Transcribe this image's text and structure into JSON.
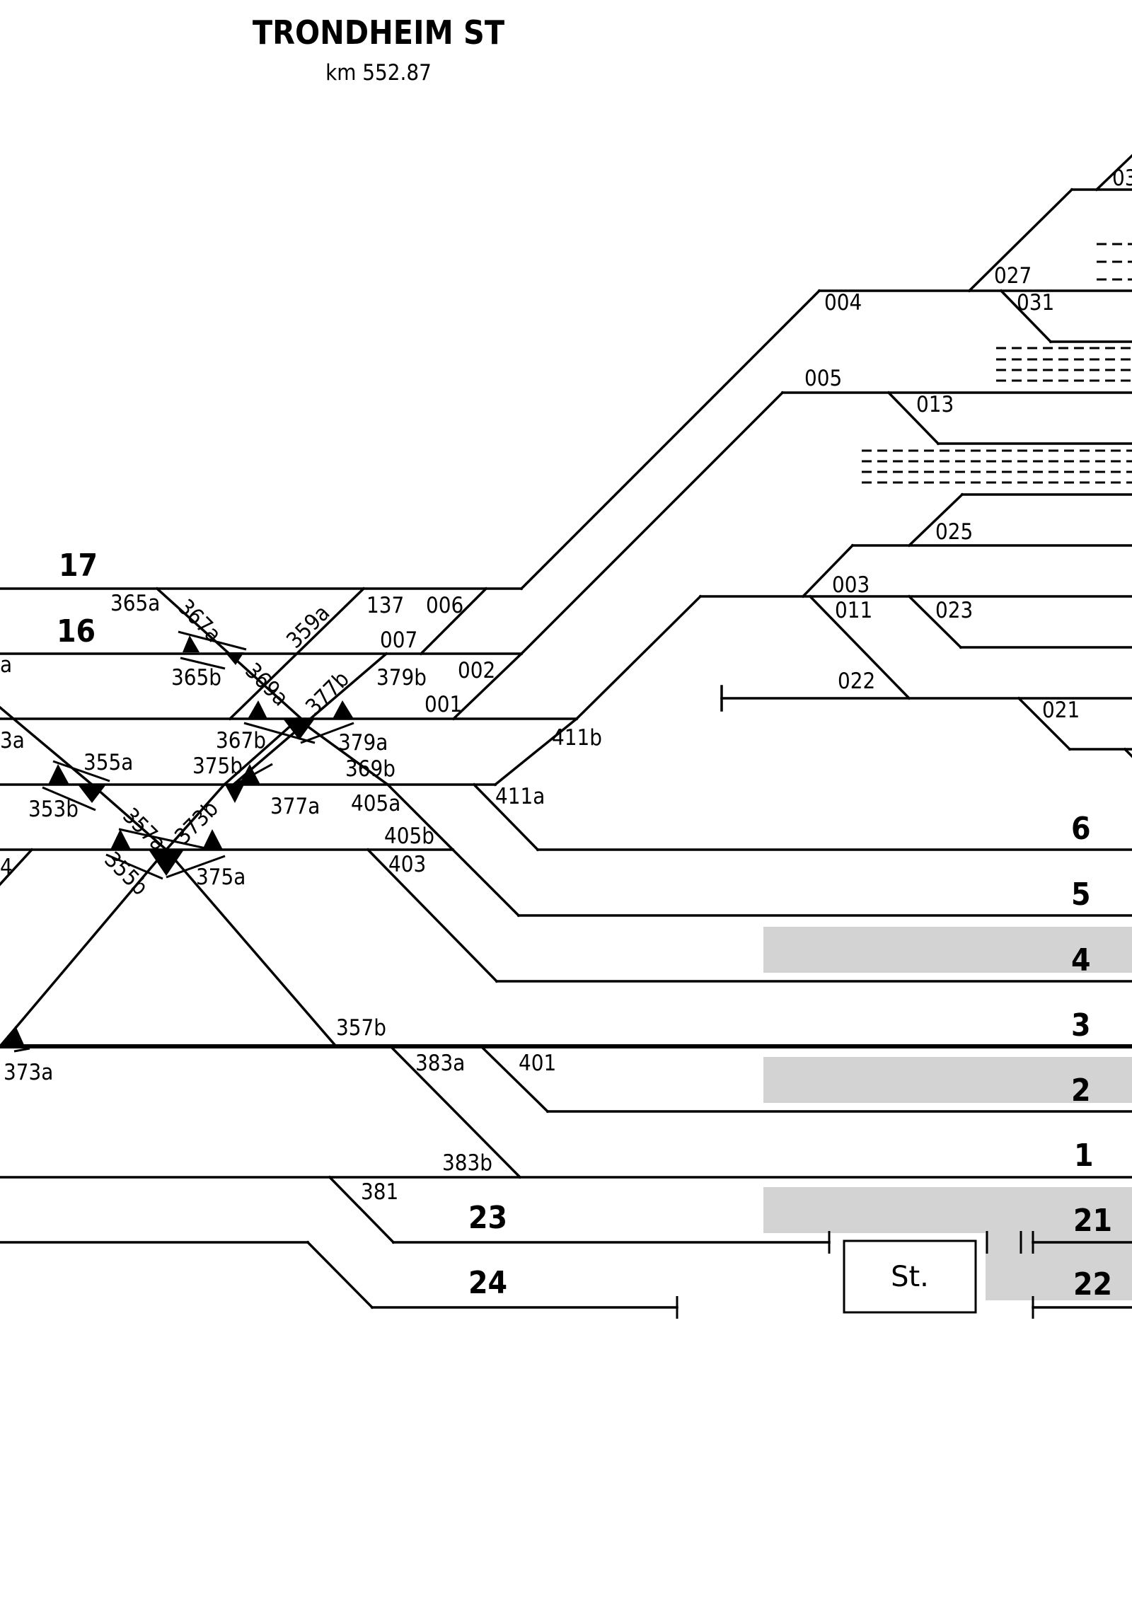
{
  "title": "TRONDHEIM ST",
  "subtitle": "km 552.87",
  "tracks": {
    "t17": "17",
    "t16": "16",
    "t6": "6",
    "t5": "5",
    "t4": "4",
    "t3": "3",
    "t2": "2",
    "t1": "1",
    "t23": "23",
    "t21": "21",
    "t24": "24",
    "t22": "22"
  },
  "switches": {
    "s03x": "03",
    "s027": "027",
    "s031": "031",
    "s004": "004",
    "s005": "005",
    "s013": "013",
    "s025": "025",
    "s003": "003",
    "s011": "011",
    "s023": "023",
    "s022": "022",
    "s021": "021",
    "s365a": "365a",
    "s367a": "367a",
    "s359a": "359a",
    "s137": "137",
    "s006": "006",
    "s007": "007",
    "sa": "a",
    "s365b": "365b",
    "s369a": "369a",
    "s377b": "377b",
    "s379b": "379b",
    "s002": "002",
    "s001": "001",
    "s3a": "3a",
    "s367b": "367b",
    "s379a": "379a",
    "s411b": "411b",
    "s355a": "355a",
    "s375b": "375b",
    "s369b": "369b",
    "s353b": "353b",
    "s357a": "357a",
    "s373b": "373b",
    "s377a": "377a",
    "s405a": "405a",
    "s411a": "411a",
    "s405b": "405b",
    "s4": "4",
    "s403": "403",
    "s355b": "355b",
    "s375a": "375a",
    "s357b": "357b",
    "s373a": "373a",
    "s383a": "383a",
    "s401": "401",
    "s383b": "383b",
    "s381": "381"
  },
  "station_box": "St."
}
